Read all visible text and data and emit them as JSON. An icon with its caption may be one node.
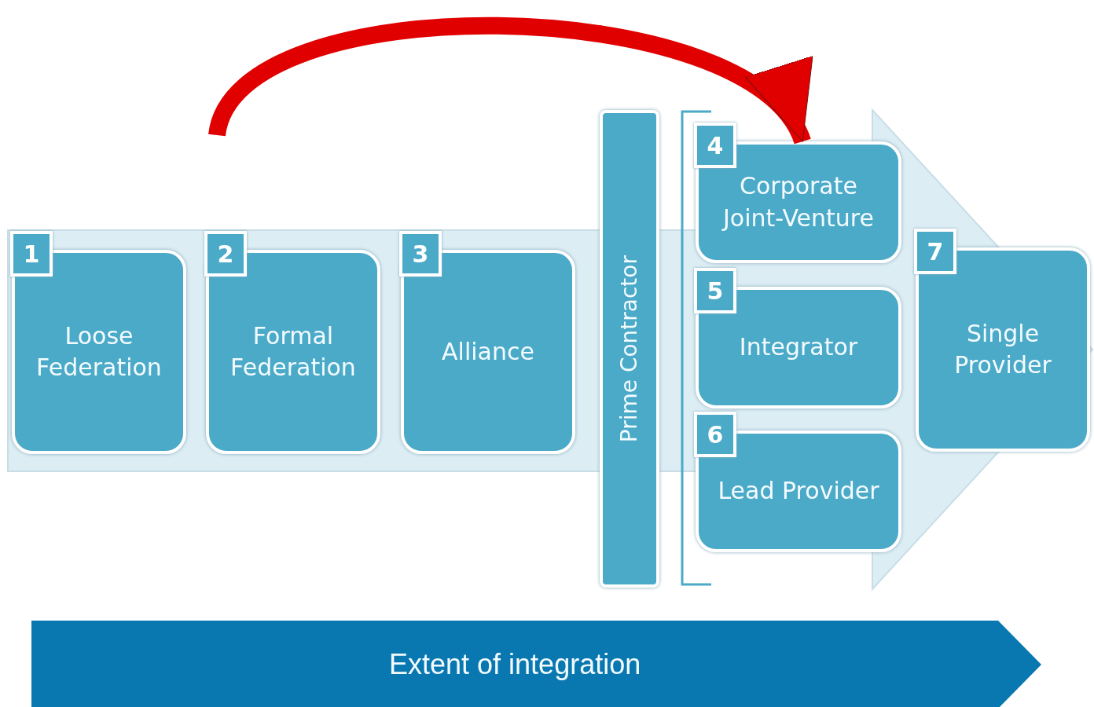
{
  "diagram": {
    "nodes": [
      {
        "text": [
          "1",
          "Loose Federation"
        ]
      },
      {
        "text": [
          "2",
          "Formal Federation"
        ]
      },
      {
        "text": [
          "3",
          "Alliance"
        ]
      },
      {
        "text": [
          "Prime Contractor"
        ]
      },
      {
        "text": [
          "4",
          "Corporate Joint-Venture"
        ]
      },
      {
        "text": [
          "5",
          "Integrator"
        ]
      },
      {
        "text": [
          "6",
          "Lead Provider"
        ]
      },
      {
        "text": [
          "7",
          "Single Provider"
        ]
      },
      {
        "text": [
          "Extent of integration"
        ]
      }
    ],
    "edges": [
      {
        "from": null,
        "to": 4,
        "arrow": "to",
        "color": "#e00000"
      }
    ]
  }
}
